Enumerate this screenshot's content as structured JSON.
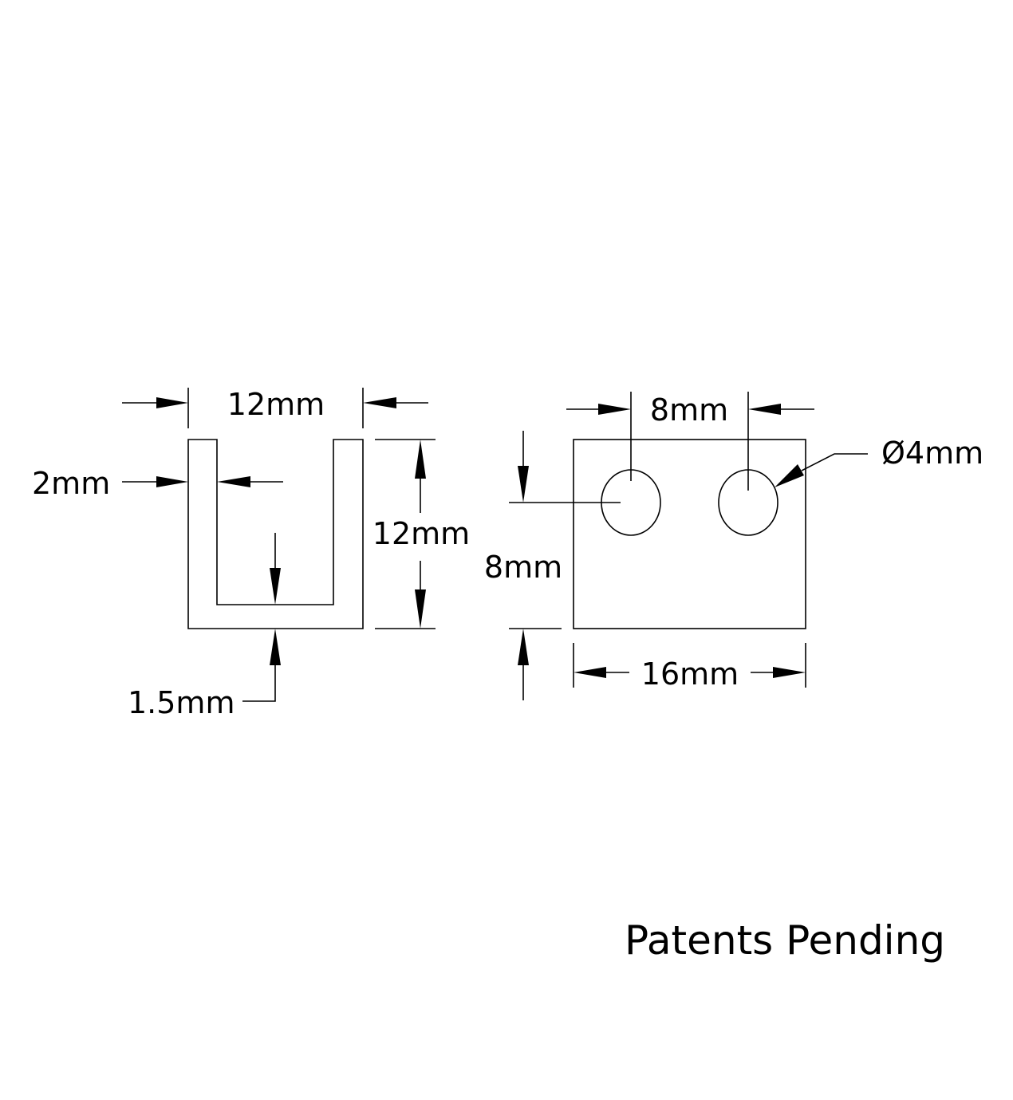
{
  "left_view": {
    "width_label": "12mm",
    "wall_label": "2mm",
    "height_label": "12mm",
    "base_label": "1.5mm"
  },
  "right_view": {
    "hole_spacing_label": "8mm",
    "hole_diameter_label": "Ø4mm",
    "hole_height_label": "8mm",
    "length_label": "16mm"
  },
  "footer": {
    "note": "Patents Pending"
  }
}
